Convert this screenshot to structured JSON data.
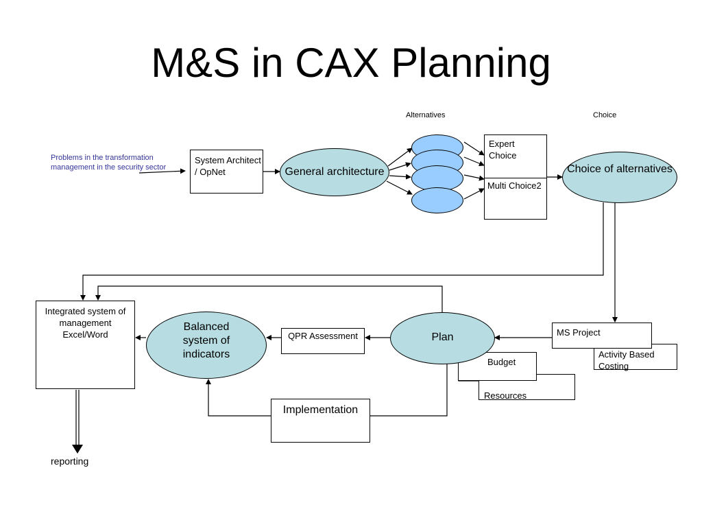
{
  "title": "M&S in CAX Planning",
  "captions": {
    "alternatives": "Alternatives",
    "choice": "Choice"
  },
  "problem_text": "Problems in the transformation management in the security sector",
  "nodes": {
    "system_architect": "System Architect / OpNet",
    "general_architecture": "General architecture",
    "expert_choice": "Expert Choice",
    "multi_choice": "Multi Choice2",
    "choice_of_alternatives": "Choice of alternatives",
    "ms_project": "MS Project",
    "activity_based_costing": "Activity Based Costing",
    "plan": "Plan",
    "budget": "Budget",
    "resources": "Resources",
    "qpr_assessment": "QPR Assessment",
    "balanced_system": "Balanced system of indicators",
    "integrated_system": "Integrated system of management Excel/Word",
    "implementation": "Implementation",
    "reporting": "reporting"
  },
  "colors": {
    "ellipse_fill": "#b7dde3",
    "alternative_fill": "#99ccff",
    "problem_text": "#333399"
  }
}
